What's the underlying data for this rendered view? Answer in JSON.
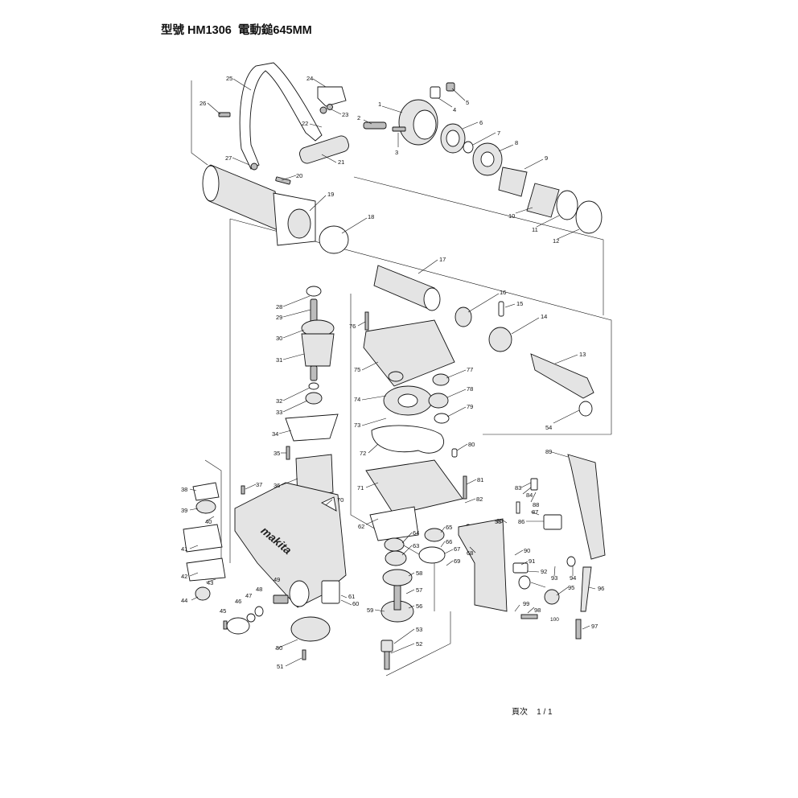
{
  "header": {
    "title": "型號 HM1306  電動鎚645MM"
  },
  "footer": {
    "page_label": "頁次",
    "page_number": "1 / 1"
  },
  "part_numbers": [
    "1",
    "2",
    "3",
    "4",
    "5",
    "6",
    "7",
    "8",
    "9",
    "10",
    "11",
    "12",
    "13",
    "14",
    "15",
    "16",
    "17",
    "18",
    "19",
    "20",
    "21",
    "22",
    "23",
    "24",
    "25",
    "26",
    "27",
    "28",
    "29",
    "30",
    "31",
    "32",
    "33",
    "34",
    "35",
    "36",
    "37",
    "38",
    "39",
    "40",
    "41",
    "42",
    "43",
    "44",
    "45",
    "46",
    "47",
    "48",
    "49",
    "50",
    "51",
    "52",
    "53",
    "54",
    "55",
    "56",
    "57",
    "58",
    "59",
    "60",
    "61",
    "62",
    "63",
    "64",
    "65",
    "66",
    "67",
    "68",
    "69",
    "70",
    "71",
    "72",
    "73",
    "74",
    "75",
    "76",
    "77",
    "78",
    "79",
    "80",
    "81",
    "82",
    "83",
    "84",
    "85",
    "86",
    "87",
    "88",
    "89",
    "90",
    "91",
    "92",
    "93",
    "94",
    "95",
    "96",
    "97",
    "98",
    "99",
    "100"
  ],
  "brand_logo": "makita"
}
